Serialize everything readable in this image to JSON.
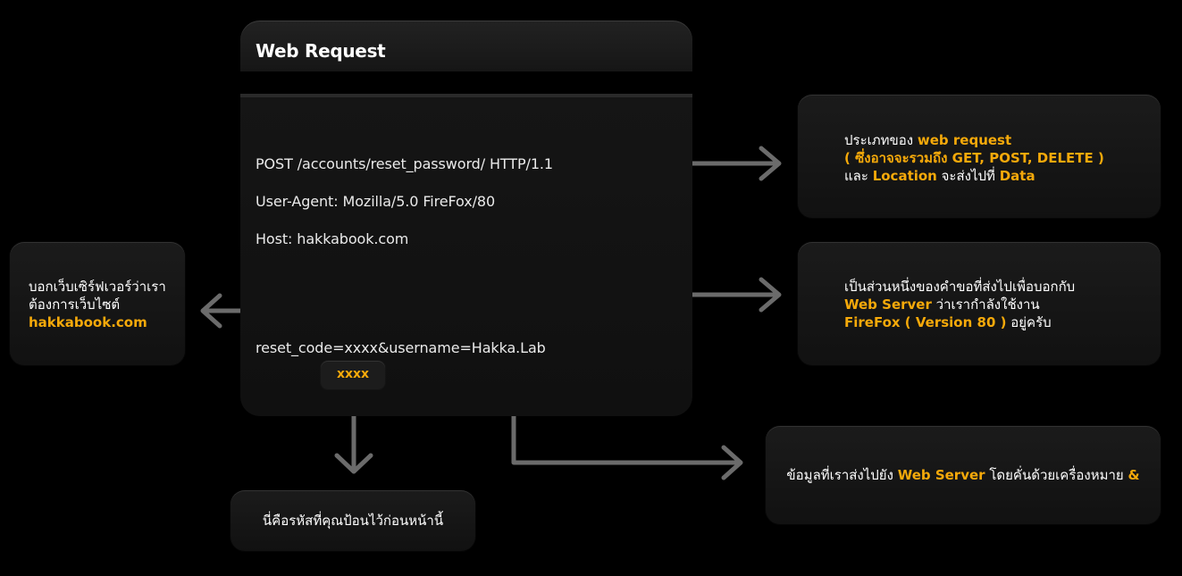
{
  "request_box": {
    "title": "Web Request",
    "request_line": "POST /accounts/reset_password/ HTTP/1.1",
    "user_agent": "User-Agent: Mozilla/5.0 FireFox/80",
    "host": "Host: hakkabook.com",
    "body": "reset_code=xxxx&username=Hakka.Lab",
    "code_badge": "xxxx"
  },
  "note_request_type": {
    "line1_a": "ประเภทของ ",
    "line1_b": "web request",
    "line2": "( ซึ่งอาจจะรวมถึง GET, POST, DELETE )",
    "line3_a": "และ ",
    "line3_b": "Location",
    "line3_c": " จะส่งไปที่ ",
    "line3_d": "Data"
  },
  "note_user_agent": {
    "line1": "เป็นส่วนหนึ่งของคำขอที่ส่งไปเพื่อบอกกับ",
    "line2_a": "Web Server",
    "line2_b": " ว่าเรากำลังใช้งาน",
    "line3_a": "FireFox ( Version 80 )",
    "line3_b": " อยู่ครับ"
  },
  "note_host": {
    "line1": "บอกเว็บเซิร์ฟเวอร์ว่าเรา",
    "line2": "ต้องการเว็บไซต์",
    "line3": "hakkabook.com"
  },
  "note_body": {
    "text_a": "ข้อมูลที่เราส่งไปยัง ",
    "text_b": "Web Server",
    "text_c": " โดยคั่นด้วยเครื่องหมาย ",
    "text_d": "&"
  },
  "note_code": {
    "text": "นี่คือรหัสที่คุณป้อนไว้ก่อนหน้านี้"
  },
  "colors": {
    "accent": "#f5a90a",
    "arrow": "#6e6e6e",
    "background": "#000000"
  }
}
